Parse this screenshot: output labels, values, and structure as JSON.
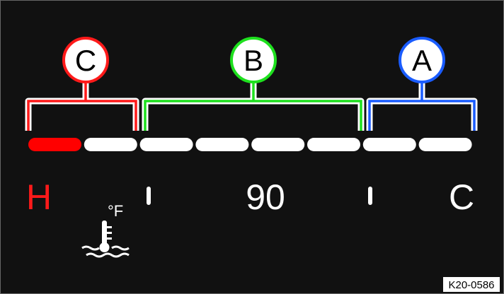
{
  "callouts": [
    {
      "letter": "C",
      "color": "#ff1a1a"
    },
    {
      "letter": "B",
      "color": "#1ee01e"
    },
    {
      "letter": "A",
      "color": "#1a5cff"
    }
  ],
  "gauge": {
    "segments_total": 8,
    "segments_lit_hot": 1,
    "hot_color": "#ff0000",
    "segment_color": "#ffffff"
  },
  "scale": {
    "hot_label": "H",
    "mid_label": "90",
    "cold_label": "C"
  },
  "icon": {
    "name": "coolant-temperature-icon",
    "unit": "°F"
  },
  "figure_id": "K20-0586"
}
